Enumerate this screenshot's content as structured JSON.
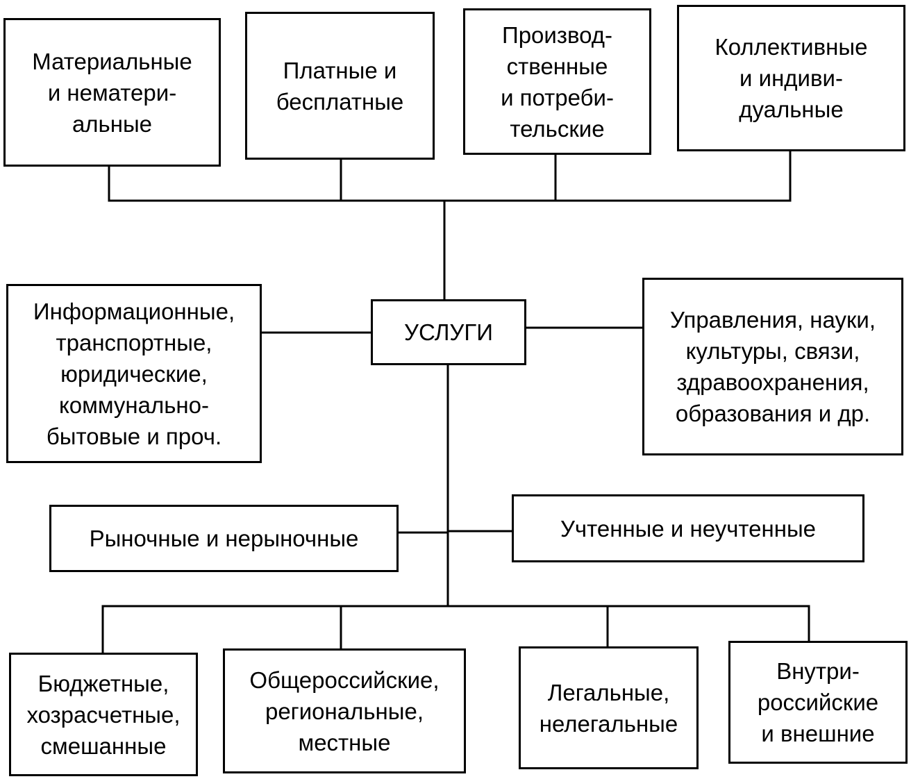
{
  "center": {
    "label": "УСЛУГИ"
  },
  "top": [
    {
      "label": "Материальные\nи нематери-\nальные"
    },
    {
      "label": "Платные и\nбесплатные"
    },
    {
      "label": "Производ-\nственные\nи потреби-\nтельские"
    },
    {
      "label": "Коллективные\nи индиви-\nдуальные"
    }
  ],
  "left": {
    "label": "Информационные,\nтранспортные,\nюридические,\nкоммунально-\nбытовые и проч."
  },
  "right": {
    "label": "Управления, науки,\nкультуры, связи,\nздравоохранения,\nобразования и др."
  },
  "middle_left": {
    "label": "Рыночные и нерыночные"
  },
  "middle_right": {
    "label": "Учтенные и неучтенные"
  },
  "bottom": [
    {
      "label": "Бюджетные,\nхозрасчетные,\nсмешанные"
    },
    {
      "label": "Общероссийские,\nрегиональные,\nместные"
    },
    {
      "label": "Легальные,\nнелегальные"
    },
    {
      "label": "Внутри-\nроссийские\nи внешние"
    }
  ]
}
